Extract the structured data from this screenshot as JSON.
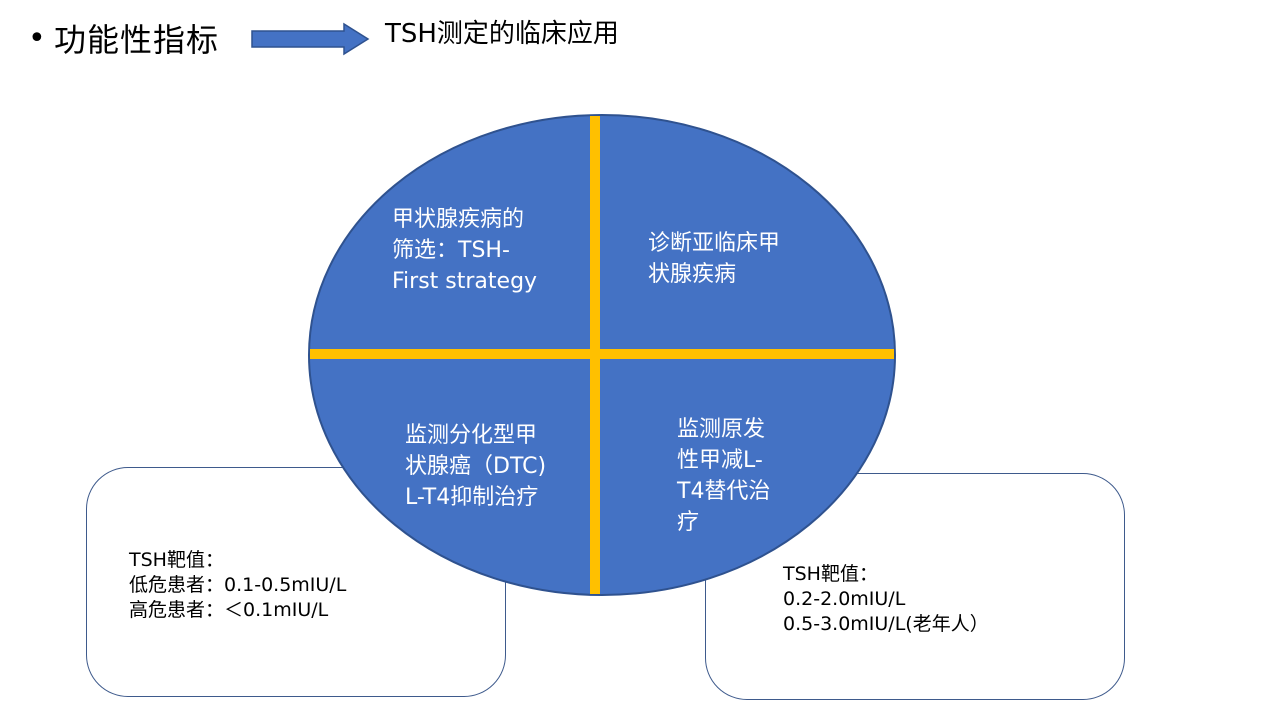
{
  "header": {
    "bullet": "•",
    "title": "功能性指标",
    "subtitle": "TSH测定的临床应用"
  },
  "colors": {
    "circle_fill": "#4472c4",
    "circle_stroke": "#2f528f",
    "divider": "#ffc000",
    "arrow_fill": "#4472c4",
    "box_border": "#3e5a8c"
  },
  "quadrants": {
    "top_left": {
      "lines": [
        "甲状腺疾病的",
        "筛选：TSH-",
        "First strategy"
      ]
    },
    "top_right": {
      "lines": [
        "诊断亚临床甲",
        "状腺疾病"
      ]
    },
    "bottom_left": {
      "lines": [
        "监测分化型甲",
        "状腺癌（DTC)",
        "L-T4抑制治疗"
      ]
    },
    "bottom_right": {
      "lines": [
        "监测原发",
        "性甲减L-",
        "T4替代治",
        "疗"
      ]
    }
  },
  "left_box": {
    "lines": [
      "TSH靶值：",
      "低危患者：0.1-0.5mIU/L",
      "高危患者：＜0.1mIU/L"
    ]
  },
  "right_box": {
    "lines": [
      "TSH靶值：",
      "0.2-2.0mIU/L",
      "0.5-3.0mIU/L(老年人）"
    ]
  }
}
